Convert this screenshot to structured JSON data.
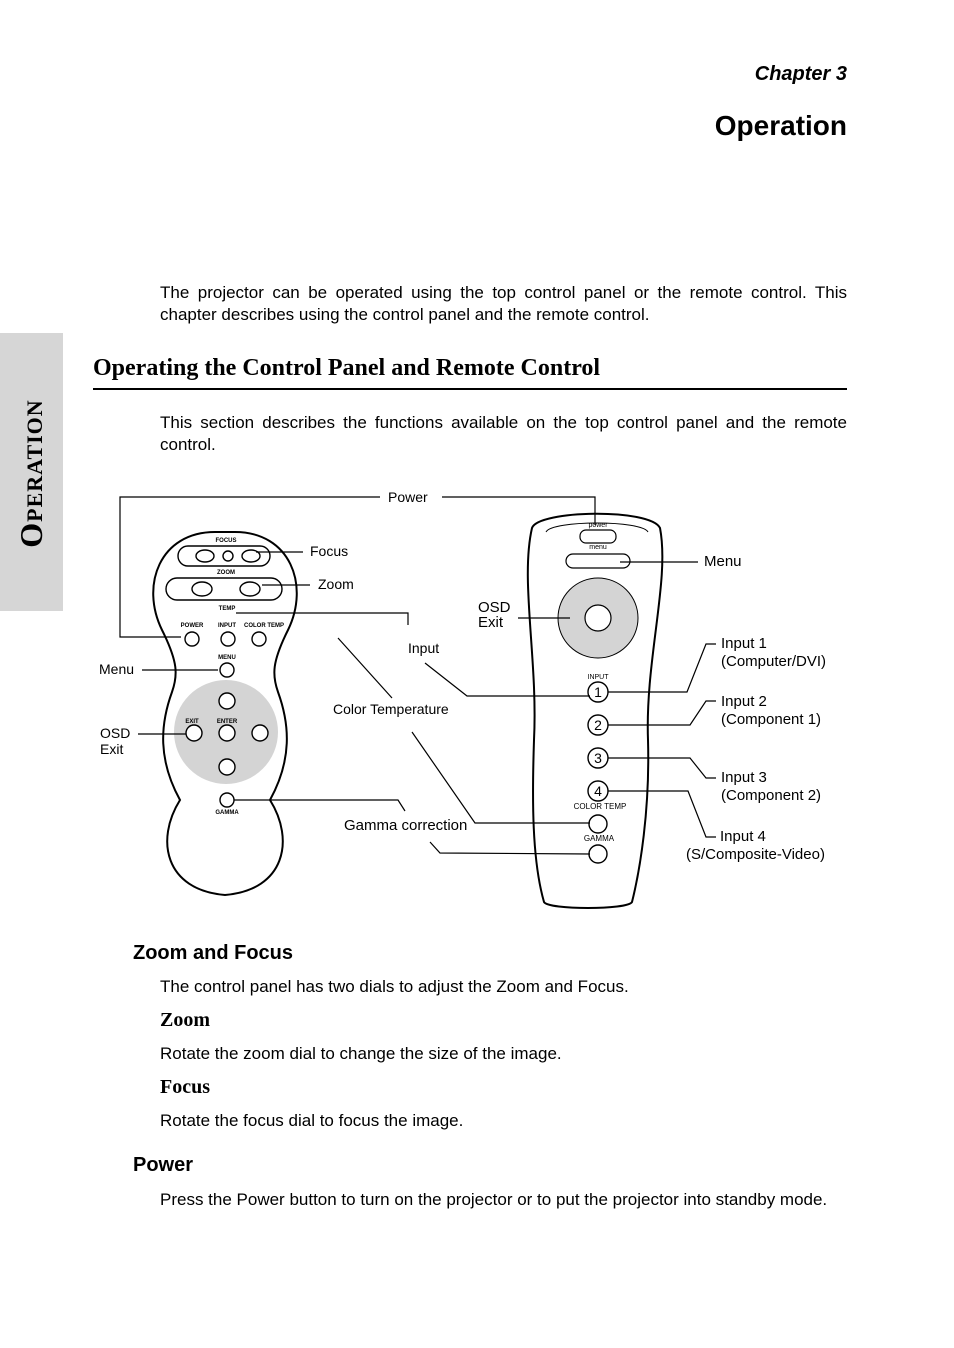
{
  "header": {
    "chapter": "Chapter 3",
    "title": "Operation"
  },
  "side_tab": {
    "label": "Operation"
  },
  "intro": "The projector can be operated using the top control panel or the remote control. This chapter describes using the control panel and the remote control.",
  "section": {
    "heading": "Operating the Control Panel and Remote Control",
    "text": "This section describes the functions available on the top control panel and the remote control."
  },
  "diagram": {
    "callouts": {
      "power": "Power",
      "focus": "Focus",
      "zoom": "Zoom",
      "input": "Input",
      "color_temperature": "Color Temperature",
      "gamma_correction": "Gamma correction",
      "menu_left": "Menu",
      "osd_exit_left": [
        "OSD",
        "Exit"
      ],
      "osd_exit_right": [
        "OSD",
        "Exit"
      ],
      "menu_right": "Menu",
      "input1": [
        "Input 1",
        "(Computer/DVI)"
      ],
      "input2": [
        "Input 2",
        "(Component 1)"
      ],
      "input3": [
        "Input 3",
        "(Component 2)"
      ],
      "input4": [
        "Input 4",
        "(S/Composite-Video)"
      ]
    },
    "panel_labels": {
      "focus": "FOCUS",
      "zoom": "ZOOM",
      "temp": "TEMP",
      "power": "POWER",
      "input": "INPUT",
      "color_temp": "COLOR TEMP",
      "menu": "MENU",
      "exit": "EXIT",
      "enter": "ENTER",
      "gamma": "GAMMA"
    },
    "remote_labels": {
      "power": "power",
      "menu": "menu",
      "input": "INPUT",
      "btn1": "1",
      "btn2": "2",
      "btn3": "3",
      "btn4": "4",
      "color_temp": "COLOR TEMP",
      "gamma": "GAMMA"
    }
  },
  "zoom_focus": {
    "heading": "Zoom and Focus",
    "text": "The control panel has two dials to adjust the Zoom and Focus.",
    "zoom_heading": "Zoom",
    "zoom_text": "Rotate the zoom dial to change the size of the image.",
    "focus_heading": "Focus",
    "focus_text": "Rotate the focus dial to focus the image."
  },
  "power": {
    "heading": "Power",
    "text": "Press the Power button to turn on the projector or to put the projector into standby mode."
  }
}
